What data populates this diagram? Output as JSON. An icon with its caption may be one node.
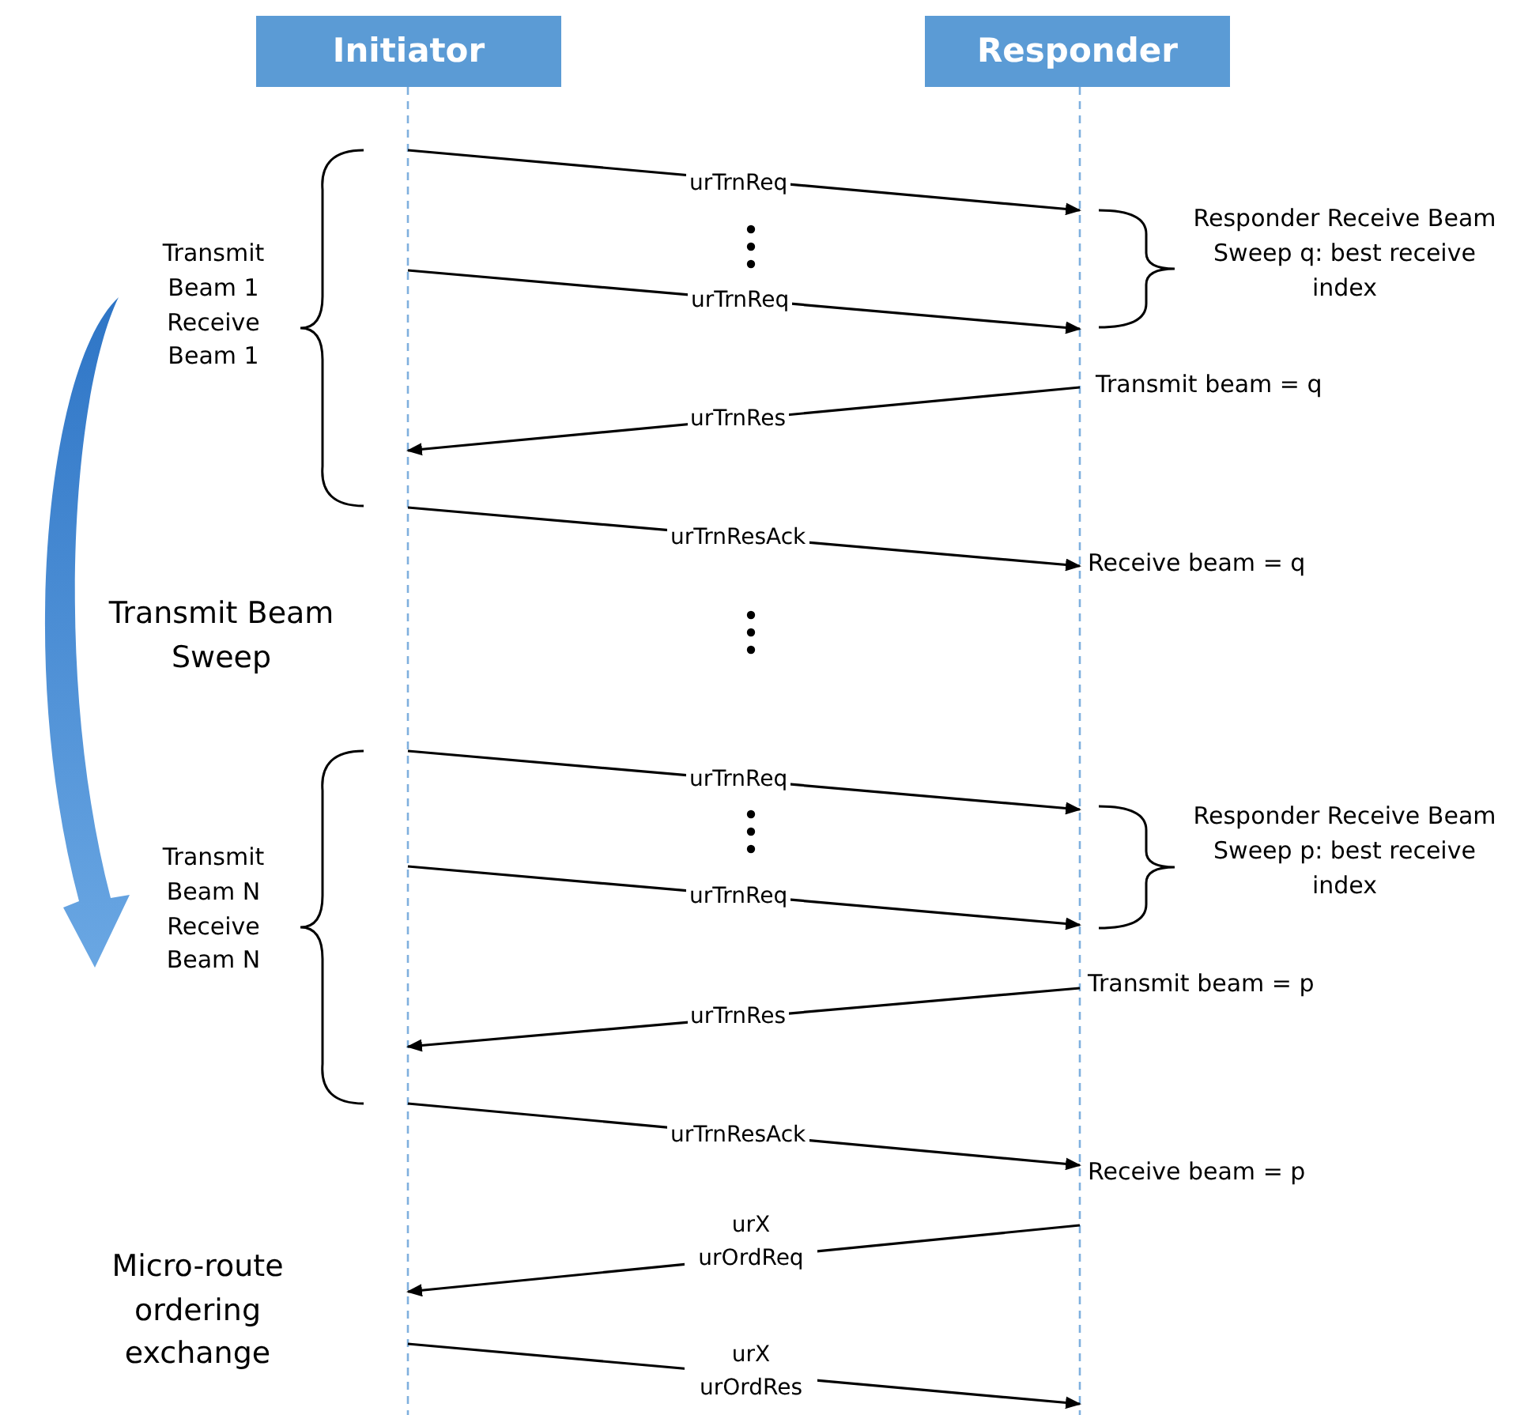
{
  "diagram": {
    "nodes": [
      {
        "text": [
          "Initiator"
        ]
      },
      {
        "text": [
          "Responder"
        ]
      }
    ],
    "edges": [
      {
        "from": 0,
        "to": 1,
        "arrow": "to",
        "label": "urTrnReq"
      },
      {
        "from": 0,
        "to": 1,
        "arrow": "to",
        "label": "urTrnReq"
      },
      {
        "from": 1,
        "to": 0,
        "arrow": "to",
        "label": "urTrnRes"
      },
      {
        "from": 0,
        "to": 1,
        "arrow": "to",
        "label": "urTrnResAck"
      },
      {
        "from": 0,
        "to": 1,
        "arrow": "to",
        "label": "urTrnReq"
      },
      {
        "from": 0,
        "to": 1,
        "arrow": "to",
        "label": "urTrnReq"
      },
      {
        "from": 1,
        "to": 0,
        "arrow": "to",
        "label": "urTrnRes"
      },
      {
        "from": 0,
        "to": 1,
        "arrow": "to",
        "label": "urTrnResAck"
      },
      {
        "from": 1,
        "to": 0,
        "arrow": "to",
        "label": "urX urOrdReq"
      },
      {
        "from": 0,
        "to": 1,
        "arrow": "to",
        "label": "urX urOrdRes"
      }
    ],
    "labels": [
      "Transmit Beam 1 Receive Beam 1",
      "Responder Receive Beam Sweep q: best receive index",
      "Transmit beam = q",
      "Receive beam = q",
      "Transmit Beam Sweep",
      "Transmit Beam N Receive Beam N",
      "Responder Receive Beam Sweep p: best receive index",
      "Transmit beam = p",
      "Receive beam = p",
      "Micro-route ordering exchange"
    ]
  }
}
